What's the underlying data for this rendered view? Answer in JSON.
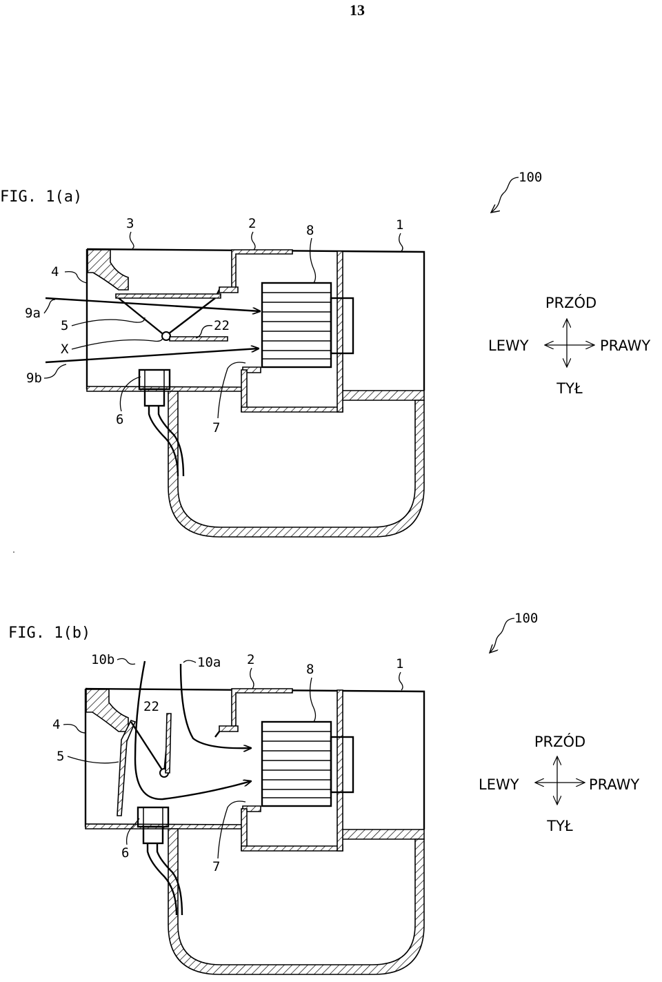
{
  "page_number": "13",
  "figures": [
    {
      "title": "FIG. 1(a)",
      "assembly_ref": "100",
      "refs": {
        "r3": "3",
        "r2": "2",
        "r8": "8",
        "r1": "1",
        "r4": "4",
        "r9a": "9a",
        "r5": "5",
        "rX": "X",
        "r22": "22",
        "r9b": "9b",
        "r6": "6",
        "r7": "7"
      },
      "compass": {
        "front": "PRZÓD",
        "left": "LEWY",
        "right": "PRAWY",
        "back": "TYŁ"
      }
    },
    {
      "title": "FIG. 1(b)",
      "assembly_ref": "100",
      "refs": {
        "r10b": "10b",
        "r10a": "10a",
        "r2": "2",
        "r8": "8",
        "r1": "1",
        "r22": "22",
        "r4": "4",
        "r5": "5",
        "r6": "6",
        "r7": "7"
      },
      "compass": {
        "front": "PRZÓD",
        "left": "LEWY",
        "right": "PRAWY",
        "back": "TYŁ"
      }
    }
  ]
}
